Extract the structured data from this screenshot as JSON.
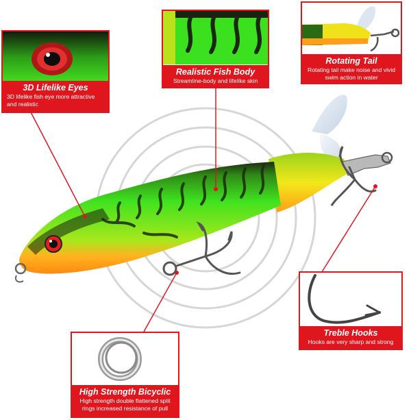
{
  "callouts": {
    "eyes": {
      "title": "3D Lifelike  Eyes",
      "desc": "3D lifelike fish eye more attractive and realistic"
    },
    "body": {
      "title": "Realistic Fish Body",
      "desc": "Streamline-body and lifelike skin"
    },
    "tail": {
      "title": "Rotating Tail",
      "desc": "Rotating tail make noise and vivid swim action in water"
    },
    "hooks": {
      "title": "Treble Hooks",
      "desc": "Hooks are very sharp and strong"
    },
    "ring": {
      "title": "High Strength Bicyclic",
      "desc": "High strength double flattened split rings increased resistance of pull"
    }
  },
  "colors": {
    "accent": "#e0161e",
    "body_green": "#32d11e",
    "belly_orange": "#ff9d1a",
    "tail_yellow": "#f3e41c",
    "stripe": "#1d2a10"
  }
}
